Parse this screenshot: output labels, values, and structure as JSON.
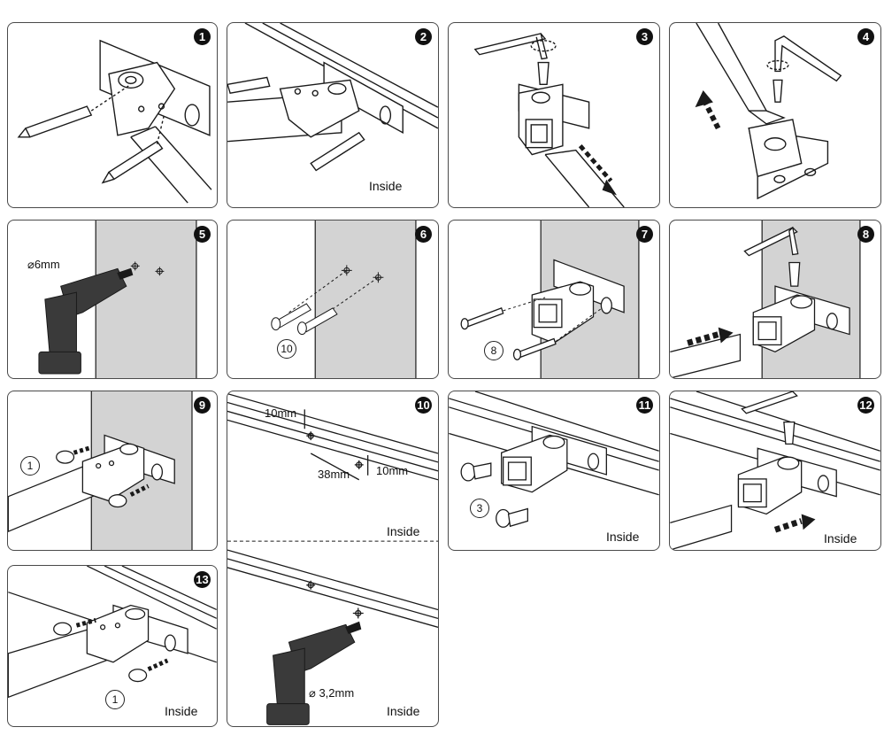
{
  "steps": [
    {
      "badge": "1"
    },
    {
      "badge": "2",
      "side_label": "Inside"
    },
    {
      "badge": "3"
    },
    {
      "badge": "4"
    },
    {
      "badge": "5",
      "drill_size": "⌀6mm"
    },
    {
      "badge": "6",
      "quantity": "10"
    },
    {
      "badge": "7",
      "quantity": "8"
    },
    {
      "badge": "8"
    },
    {
      "badge": "9",
      "quantity": "1"
    },
    {
      "badge": "10",
      "dim_top": "10mm",
      "dim_right": "10mm",
      "dim_spacing": "38mm",
      "side_label_top": "Inside",
      "side_label_bottom": "Inside",
      "drill_size": "⌀ 3,2mm"
    },
    {
      "badge": "11",
      "quantity": "3",
      "side_label": "Inside"
    },
    {
      "badge": "12",
      "side_label": "Inside"
    },
    {
      "badge": "13",
      "quantity": "1",
      "side_label": "Inside"
    }
  ],
  "colors": {
    "wall": "#d3d3d3",
    "line": "#1a1a1a",
    "badge_bg": "#111111"
  }
}
